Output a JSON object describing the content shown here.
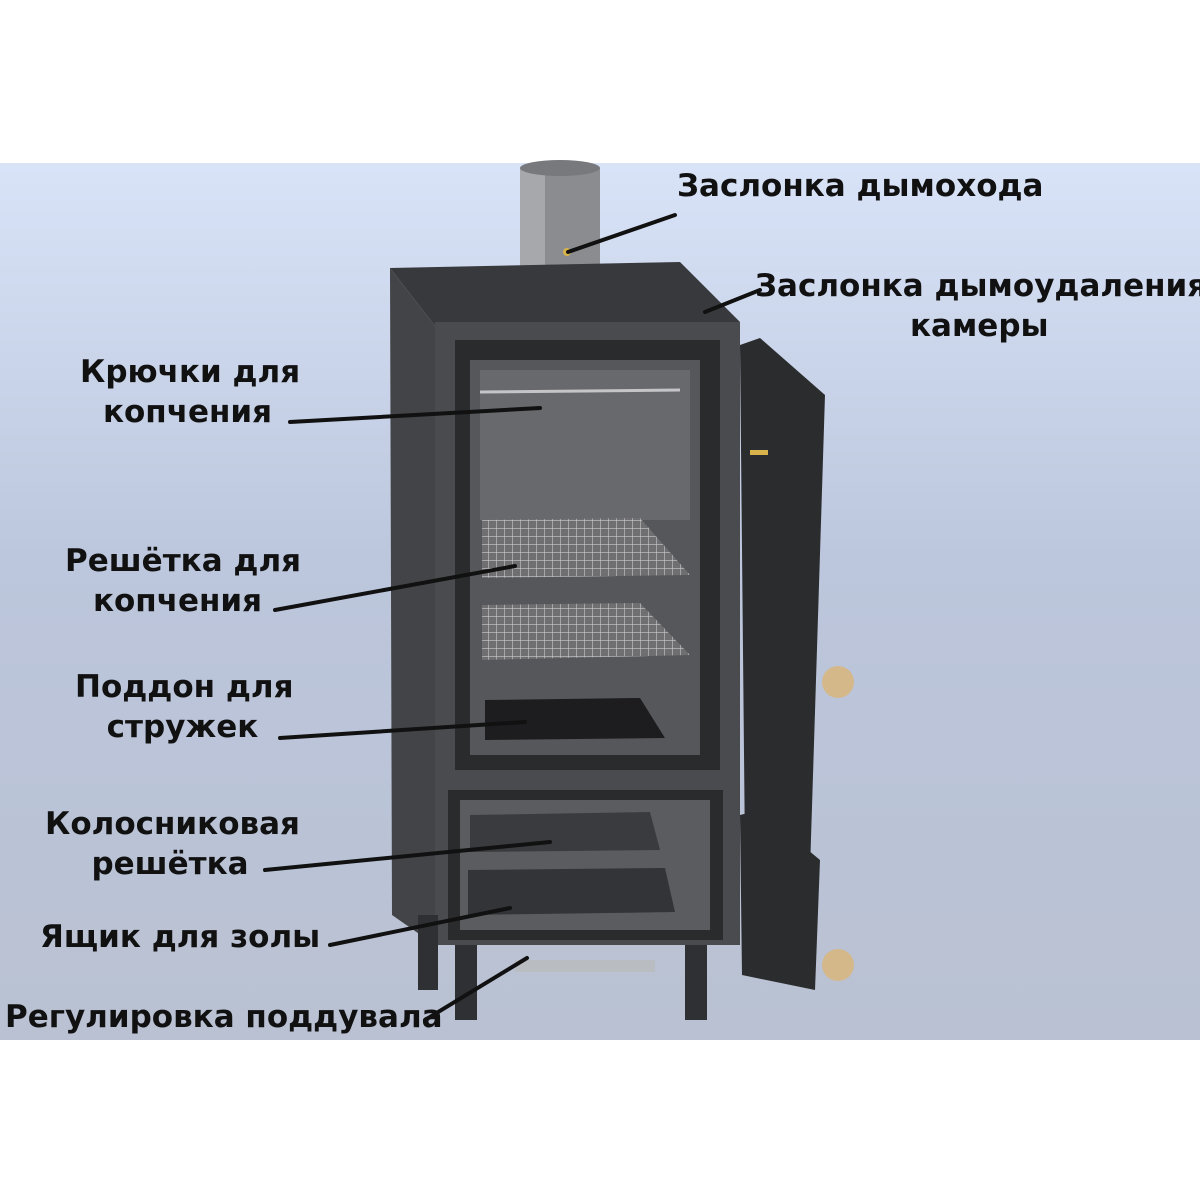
{
  "title": "Коптильня — устройство",
  "labels": {
    "chimney_damper": "Заслонка дымохода",
    "chamber_damper_1": "Заслонка дымоудаления",
    "chamber_damper_2": "камеры",
    "hooks_1": "Крючки для",
    "hooks_2": "копчения",
    "grate_1": "Решётка для",
    "grate_2": "копчения",
    "tray_1": "Поддон для",
    "tray_2": "стружек",
    "fire_grate_1": "Колосниковая",
    "fire_grate_2": "решётка",
    "ash_box": "Ящик для золы",
    "blower": "Регулировка поддувала"
  }
}
